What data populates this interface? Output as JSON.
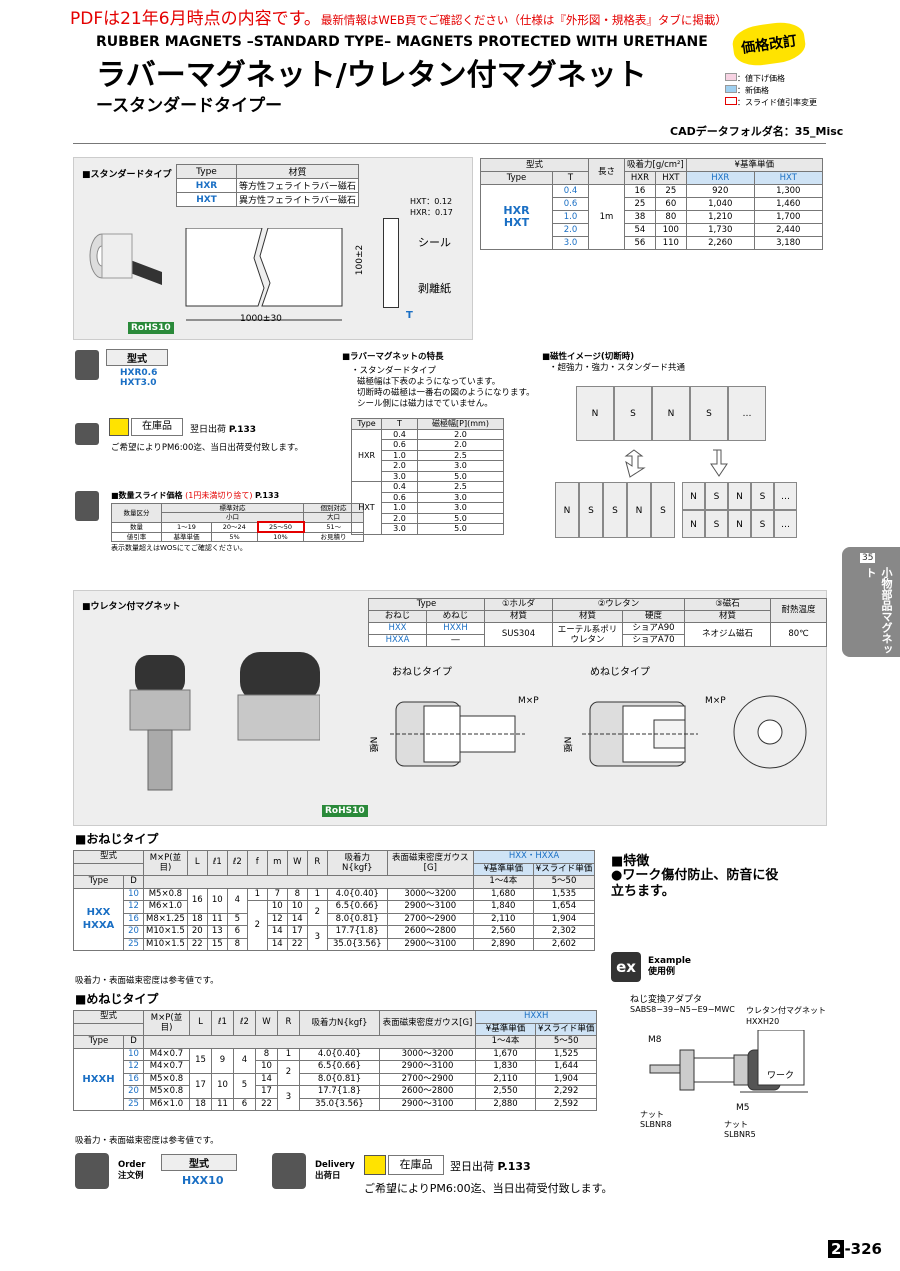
{
  "notice": {
    "main": "PDFは21年6月時点の内容です。",
    "sub": "最新情報はWEB頁でご確認ください（仕様は『外形図・規格表』タブに掲載）"
  },
  "header": {
    "en_title": "RUBBER MAGNETS –STANDARD TYPE– MAGNETS PROTECTED WITH URETHANE",
    "jp_title": "ラバーマグネット/ウレタン付マグネット",
    "jp_sub": "ースタンダードタイプー",
    "badge": "価格改訂",
    "legend": [
      "：値下げ価格",
      "：新価格",
      "：スライド値引率変更"
    ],
    "cad": "CADデータフォルダ名：35_Misc"
  },
  "std": {
    "title": "■スタンダードタイプ",
    "type_h": "Type",
    "mat_h": "材質",
    "rows": [
      [
        "HXR",
        "等方性フェライトラバー磁石"
      ],
      [
        "HXT",
        "異方性フェライトラバー磁石"
      ]
    ],
    "d_hxt": "HXT：0.12",
    "d_hxr": "HXR：0.17",
    "seal": "シール",
    "peel": "剥離紙",
    "h": "100±2",
    "l": "1000±30",
    "t": "T",
    "rohs": "RoHS10"
  },
  "price": {
    "h_model": "型式",
    "h_len": "長さ",
    "h_force": "吸着力[g/cm²]",
    "h_price": "¥基準単価",
    "h_type": "Type",
    "h_t": "T",
    "cols": [
      "HXR",
      "HXT",
      "HXR",
      "HXT"
    ],
    "models": [
      "HXR",
      "HXT"
    ],
    "len": "1m",
    "rows": [
      [
        "0.4",
        "16",
        "25",
        "920",
        "1,300"
      ],
      [
        "0.6",
        "25",
        "60",
        "1,040",
        "1,460"
      ],
      [
        "1.0",
        "38",
        "80",
        "1,210",
        "1,700"
      ],
      [
        "2.0",
        "54",
        "100",
        "1,730",
        "2,440"
      ],
      [
        "3.0",
        "56",
        "110",
        "2,260",
        "3,180"
      ]
    ]
  },
  "order1": {
    "label": "型式",
    "codes": [
      "HXR0.6",
      "HXT3.0"
    ]
  },
  "stock1": {
    "label": "在庫品",
    "text": "翌日出荷",
    "page": "P.133",
    "note": "ご希望によりPM6:00迄、当日出荷受付致します。"
  },
  "slide": {
    "title": "■数量スライド価格",
    "note1": "(1円未満切り捨て)",
    "page": "P.133",
    "h1": "数量区分",
    "h2": "標準対応",
    "h3": "個別対応",
    "h4": "小口",
    "h5": "大口",
    "r1": [
      "数量",
      "1～19",
      "20～24",
      "25～50",
      "51～"
    ],
    "r2": [
      "値引率",
      "基準単価",
      "5%",
      "10%",
      "お見積り"
    ],
    "note2": "表示数量超えはWOSにてご確認ください。"
  },
  "feat": {
    "title": "■ラバーマグネットの特長",
    "lines": [
      "・スタンダードタイプ",
      "磁極幅は下表のようになっています。",
      "切断時の磁極は一番右の図のようになります。",
      "シール側には磁力はでていません。"
    ],
    "h": [
      "Type",
      "T",
      "磁極幅[P](mm)"
    ],
    "rows": [
      [
        "HXR",
        "0.4",
        "2.0"
      ],
      [
        "",
        "0.6",
        "2.0"
      ],
      [
        "",
        "1.0",
        "2.5"
      ],
      [
        "",
        "2.0",
        "3.0"
      ],
      [
        "",
        "3.0",
        "5.0"
      ],
      [
        "HXT",
        "0.4",
        "2.5"
      ],
      [
        "",
        "0.6",
        "3.0"
      ],
      [
        "",
        "1.0",
        "3.0"
      ],
      [
        "",
        "2.0",
        "5.0"
      ],
      [
        "",
        "3.0",
        "5.0"
      ]
    ]
  },
  "image": {
    "title": "■磁性イメージ(切断時)",
    "sub": "・超強力・強力・スタンダード共通",
    "top": [
      "N",
      "S",
      "N",
      "S",
      "…"
    ],
    "bl": [
      "N",
      "S",
      "S",
      "N",
      "S"
    ],
    "br1": [
      "N",
      "S",
      "N",
      "S",
      "…"
    ],
    "br2": [
      "N",
      "S",
      "N",
      "S",
      "…"
    ]
  },
  "side": {
    "num": "35",
    "text": "小物部品マグネット"
  },
  "ure": {
    "title": "■ウレタン付マグネット",
    "h_type": "Type",
    "h1": "①ホルダ",
    "h2": "②ウレタン",
    "h3": "③磁石",
    "h4": "耐熱温度",
    "h_on": "おねじ",
    "h_me": "めねじ",
    "h_mat": "材質",
    "h_hard": "硬度",
    "r1": [
      "HXX",
      "HXXH",
      "SUS304",
      "エーテル系ポリウレタン",
      "ショアA90",
      "ネオジム磁石",
      "80℃"
    ],
    "r2": [
      "HXXA",
      "―",
      "ショアA70"
    ],
    "on_type": "おねじタイプ",
    "me_type": "めねじタイプ",
    "mxp": "M×P",
    "n": "N極",
    "rohs": "RoHS10"
  },
  "on": {
    "title": "■おねじタイプ",
    "h": [
      "型式",
      "M×P(並目)",
      "L",
      "ℓ1",
      "ℓ2",
      "f",
      "m",
      "W",
      "R",
      "吸着力N{kgf}",
      "表面磁束密度ガウス[G]",
      "HXX・HXXA",
      "¥基準単価",
      "¥スライド単価",
      "1～4本",
      "5～50",
      "Type",
      "D"
    ],
    "model": "HXX HXXA",
    "rows": [
      [
        "10",
        "M5×0.8",
        "16",
        "10",
        "4",
        "1",
        "7",
        "8",
        "1",
        "4.0{0.40}",
        "3000～3200",
        "1,680",
        "1,535"
      ],
      [
        "12",
        "M6×1.0",
        "",
        "",
        "",
        "",
        "10",
        "10",
        "",
        "6.5{0.66}",
        "2900～3100",
        "1,840",
        "1,654"
      ],
      [
        "16",
        "M8×1.25",
        "18",
        "11",
        "5",
        "2",
        "12",
        "14",
        "2",
        "8.0{0.81}",
        "2700～2900",
        "2,110",
        "1,904"
      ],
      [
        "20",
        "M10×1.5",
        "20",
        "13",
        "6",
        "",
        "14",
        "17",
        "3",
        "17.7{1.8}",
        "2600～2800",
        "2,560",
        "2,302"
      ],
      [
        "25",
        "M10×1.5",
        "22",
        "15",
        "8",
        "",
        "14",
        "22",
        "",
        "35.0{3.56}",
        "2900～3100",
        "2,890",
        "2,602"
      ]
    ],
    "note": "吸着力・表面磁束密度は参考値です。"
  },
  "me": {
    "title": "■めねじタイプ",
    "h": [
      "型式",
      "M×P(並目)",
      "L",
      "ℓ1",
      "ℓ2",
      "W",
      "R",
      "吸着力N{kgf}",
      "表面磁束密度ガウス[G]",
      "HXXH",
      "¥基準単価",
      "¥スライド単価",
      "1～4本",
      "5～50",
      "Type",
      "D"
    ],
    "model": "HXXH",
    "rows": [
      [
        "10",
        "M4×0.7",
        "15",
        "9",
        "4",
        "8",
        "1",
        "4.0{0.40}",
        "3000～3200",
        "1,670",
        "1,525"
      ],
      [
        "12",
        "M4×0.7",
        "",
        "",
        "",
        "10",
        "2",
        "6.5{0.66}",
        "2900～3100",
        "1,830",
        "1,644"
      ],
      [
        "16",
        "M5×0.8",
        "17",
        "10",
        "5",
        "14",
        "",
        "8.0{0.81}",
        "2700～2900",
        "2,110",
        "1,904"
      ],
      [
        "20",
        "M5×0.8",
        "",
        "",
        "",
        "17",
        "3",
        "17.7{1.8}",
        "2600～2800",
        "2,550",
        "2,292"
      ],
      [
        "25",
        "M6×1.0",
        "18",
        "11",
        "6",
        "22",
        "",
        "35.0{3.56}",
        "2900～3100",
        "2,880",
        "2,592"
      ]
    ],
    "note": "吸着力・表面磁束密度は参考値です。"
  },
  "toku": {
    "title": "■特徴",
    "text": "●ワーク傷付防止、防音に役立ちます。"
  },
  "ex": {
    "label": "Example",
    "jp": "使用例",
    "adapter": "ねじ変換アダプタ",
    "code": "SABS8−39−N5−E9−MWC",
    "mag": "ウレタン付マグネット",
    "magc": "HXXH20",
    "m8": "M8",
    "m5": "M5",
    "work": "ワーク",
    "nut1": "ナット",
    "nut1c": "SLBNR8",
    "nut2": "ナット",
    "nut2c": "SLBNR5"
  },
  "order2": {
    "label": "Order",
    "jp": "注文例",
    "h": "型式",
    "code": "HXX10"
  },
  "deliv": {
    "label": "Delivery",
    "jp": "出荷日",
    "stock": "在庫品",
    "text": "翌日出荷",
    "page": "P.133",
    "note": "ご希望によりPM6:00迄、当日出荷受付致します。"
  },
  "page": {
    "num": "2",
    "suffix": "-326"
  }
}
